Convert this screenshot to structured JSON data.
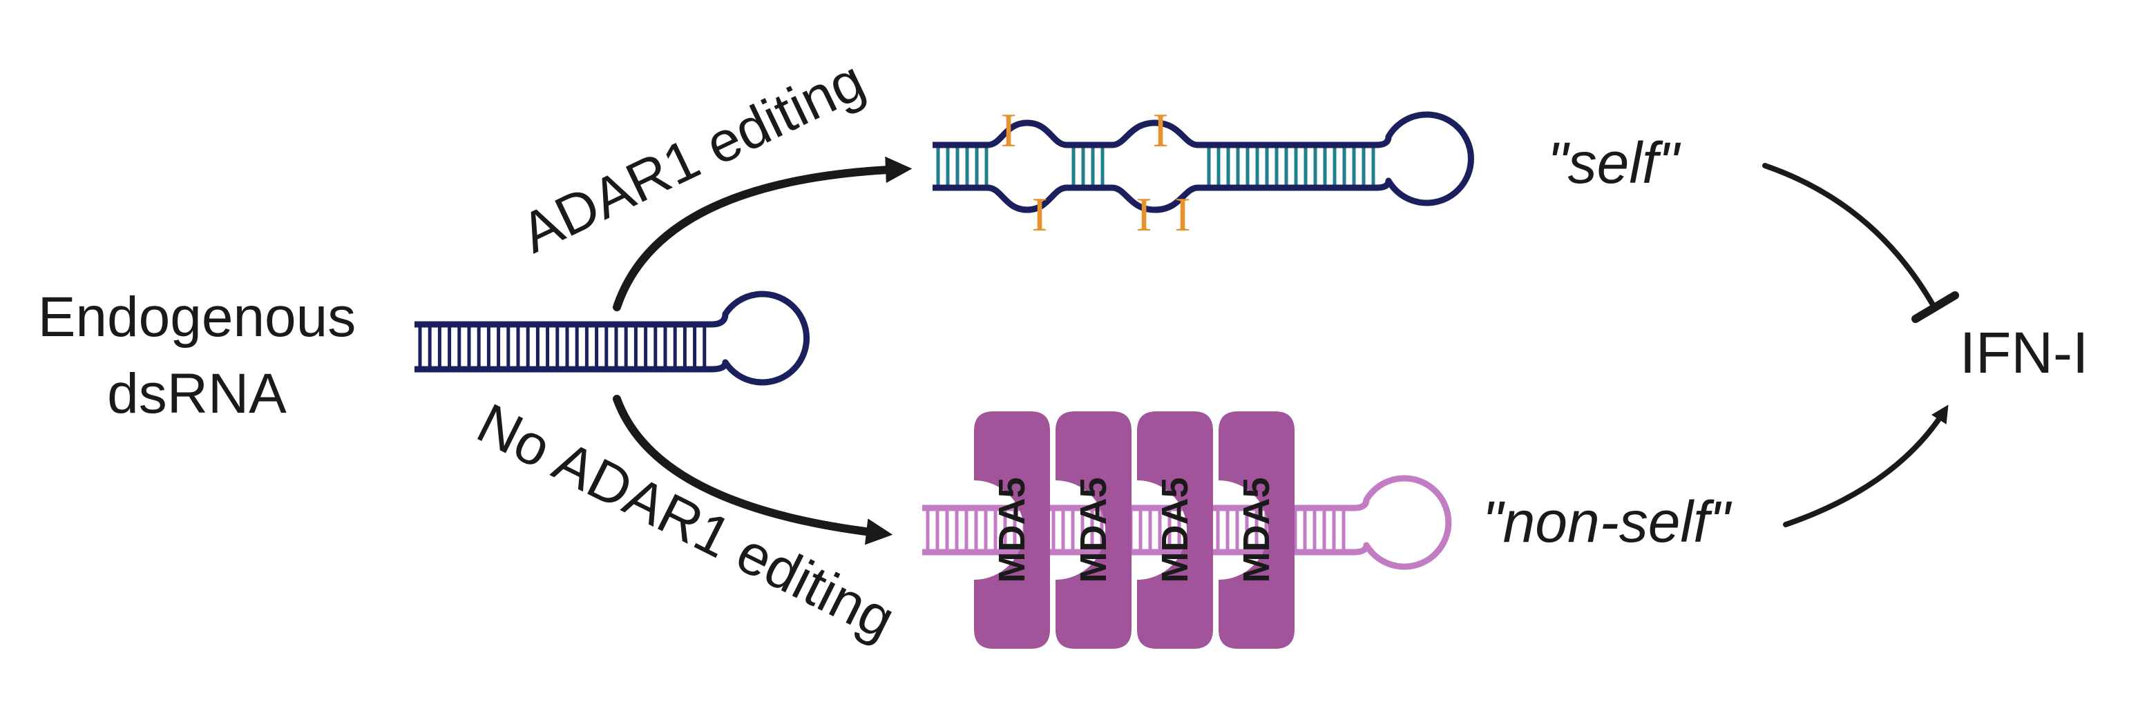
{
  "labels": {
    "source_line1": "Endogenous",
    "source_line2": "dsRNA",
    "upper_path": "ADAR1 editing",
    "lower_path": "No ADAR1 editing",
    "self": "\"self\"",
    "non_self": "\"non-self\"",
    "output": "IFN-I"
  },
  "edited_marks": {
    "symbol": "I",
    "count": 5
  },
  "mda5": {
    "label": "MDA5",
    "count": 4
  },
  "colors": {
    "dsrna_outline": "#1b1f5e",
    "edited_rungs": "#1f7f8a",
    "inosine": "#e8912d",
    "unedited_rna": "#c27cc4",
    "mda5_fill": "#a2549a",
    "arrow": "#1a1a1a"
  }
}
